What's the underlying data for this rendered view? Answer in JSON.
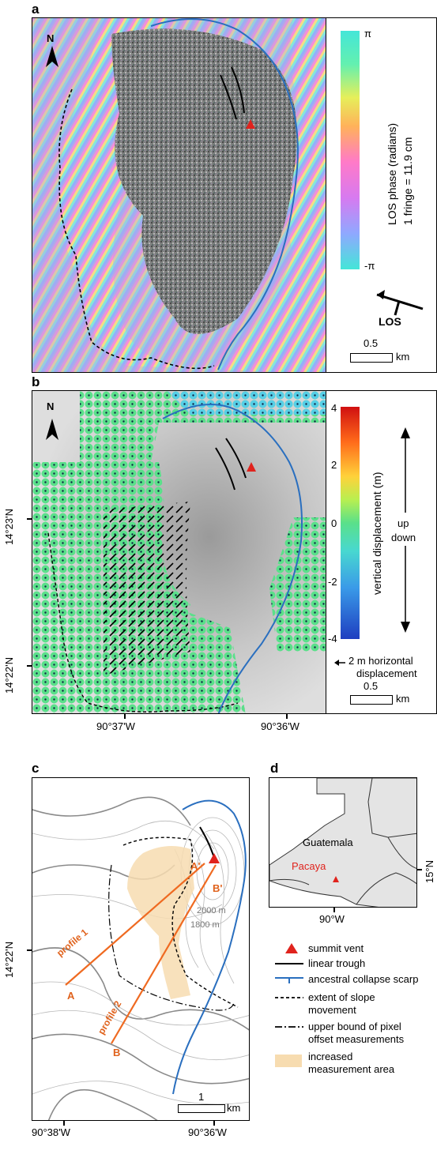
{
  "panel_a": {
    "label": "a",
    "north": "N",
    "colorbar_max": "π",
    "colorbar_min": "-π",
    "colorbar_title_1": "LOS phase (radians)",
    "colorbar_title_2": "1 fringe = 11.9 cm",
    "los_label": "LOS",
    "scale_value": "0.5",
    "scale_unit": "km"
  },
  "panel_b": {
    "label": "b",
    "north": "N",
    "colorbar_ticks": [
      "4",
      "2",
      "0",
      "-2",
      "-4"
    ],
    "colorbar_title": "vertical displacement (m)",
    "up_label": "up",
    "down_label": "down",
    "arrow_label_1": "2 m horizontal",
    "arrow_label_2": "displacement",
    "scale_value": "0.5",
    "scale_unit": "km",
    "lat_ticks": [
      "14°23'N",
      "14°22'N"
    ],
    "lon_ticks": [
      "90°37'W",
      "90°36'W"
    ]
  },
  "panel_c": {
    "label": "c",
    "profile1": "profile 1",
    "profile2": "profile 2",
    "A": "A",
    "A_prime": "A'",
    "B": "B",
    "B_prime": "B'",
    "contour_2000": "2000 m",
    "contour_1800": "1800 m",
    "scale_value": "1",
    "scale_unit": "km",
    "lat_tick": "14°22'N",
    "lon_ticks": [
      "90°38'W",
      "90°36'W"
    ]
  },
  "panel_d": {
    "label": "d",
    "country": "Guatemala",
    "volcano": "Pacaya",
    "lat_tick": "15°N",
    "lon_tick": "90°W"
  },
  "legend": {
    "summit_vent": "summit vent",
    "linear_trough": "linear trough",
    "scarp": "ancestral collapse scarp",
    "slope_1": "extent of slope",
    "slope_2": "movement",
    "offset_1": "upper bound of pixel",
    "offset_2": "offset measurements",
    "area_1": "increased",
    "area_2": "measurement area"
  },
  "colors": {
    "vent": "#e0231d",
    "scarp": "#2a6fbf",
    "profile": "#ef6a21",
    "area": "#f7dcb0",
    "orange_label": "#e0621c",
    "pacaya": "#e0231d"
  }
}
